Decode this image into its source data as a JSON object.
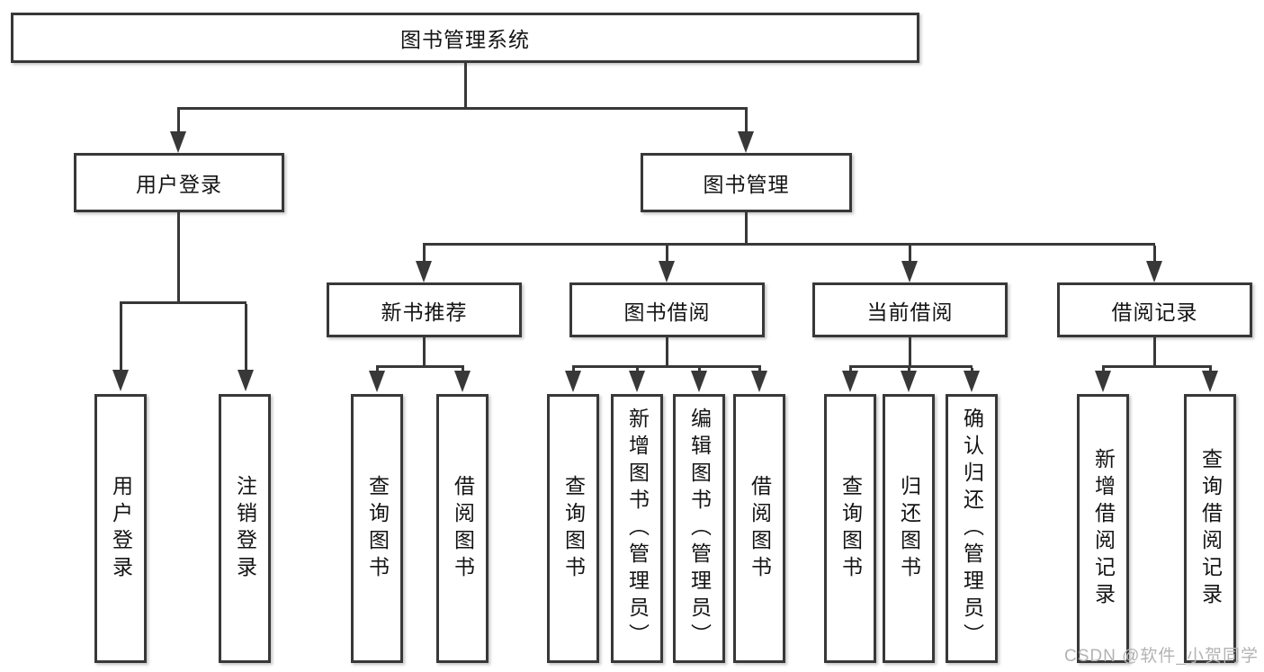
{
  "tree": {
    "root": {
      "label": "图书管理系统"
    },
    "branches": [
      {
        "label": "用户登录",
        "children": [
          {
            "label": "用户登录"
          },
          {
            "label": "注销登录"
          }
        ]
      },
      {
        "label": "图书管理",
        "children": [
          {
            "label": "新书推荐",
            "children": [
              {
                "label": "查询图书"
              },
              {
                "label": "借阅图书"
              }
            ]
          },
          {
            "label": "图书借阅",
            "children": [
              {
                "label": "查询图书"
              },
              {
                "label": "新增图书（管理员）"
              },
              {
                "label": "编辑图书（管理员）"
              },
              {
                "label": "借阅图书"
              }
            ]
          },
          {
            "label": "当前借阅",
            "children": [
              {
                "label": "查询图书"
              },
              {
                "label": "归还图书"
              },
              {
                "label": "确认归还（管理员）"
              }
            ]
          },
          {
            "label": "借阅记录",
            "children": [
              {
                "label": "新增借阅记录"
              },
              {
                "label": "查询借阅记录"
              }
            ]
          }
        ]
      }
    ]
  },
  "watermark": "CSDN @软件_小贺同学",
  "colors": {
    "line": "#383838",
    "box_fill": "#ffffff",
    "text": "#141414",
    "watermark": "#b3b3b3",
    "background": "#ffffff"
  }
}
